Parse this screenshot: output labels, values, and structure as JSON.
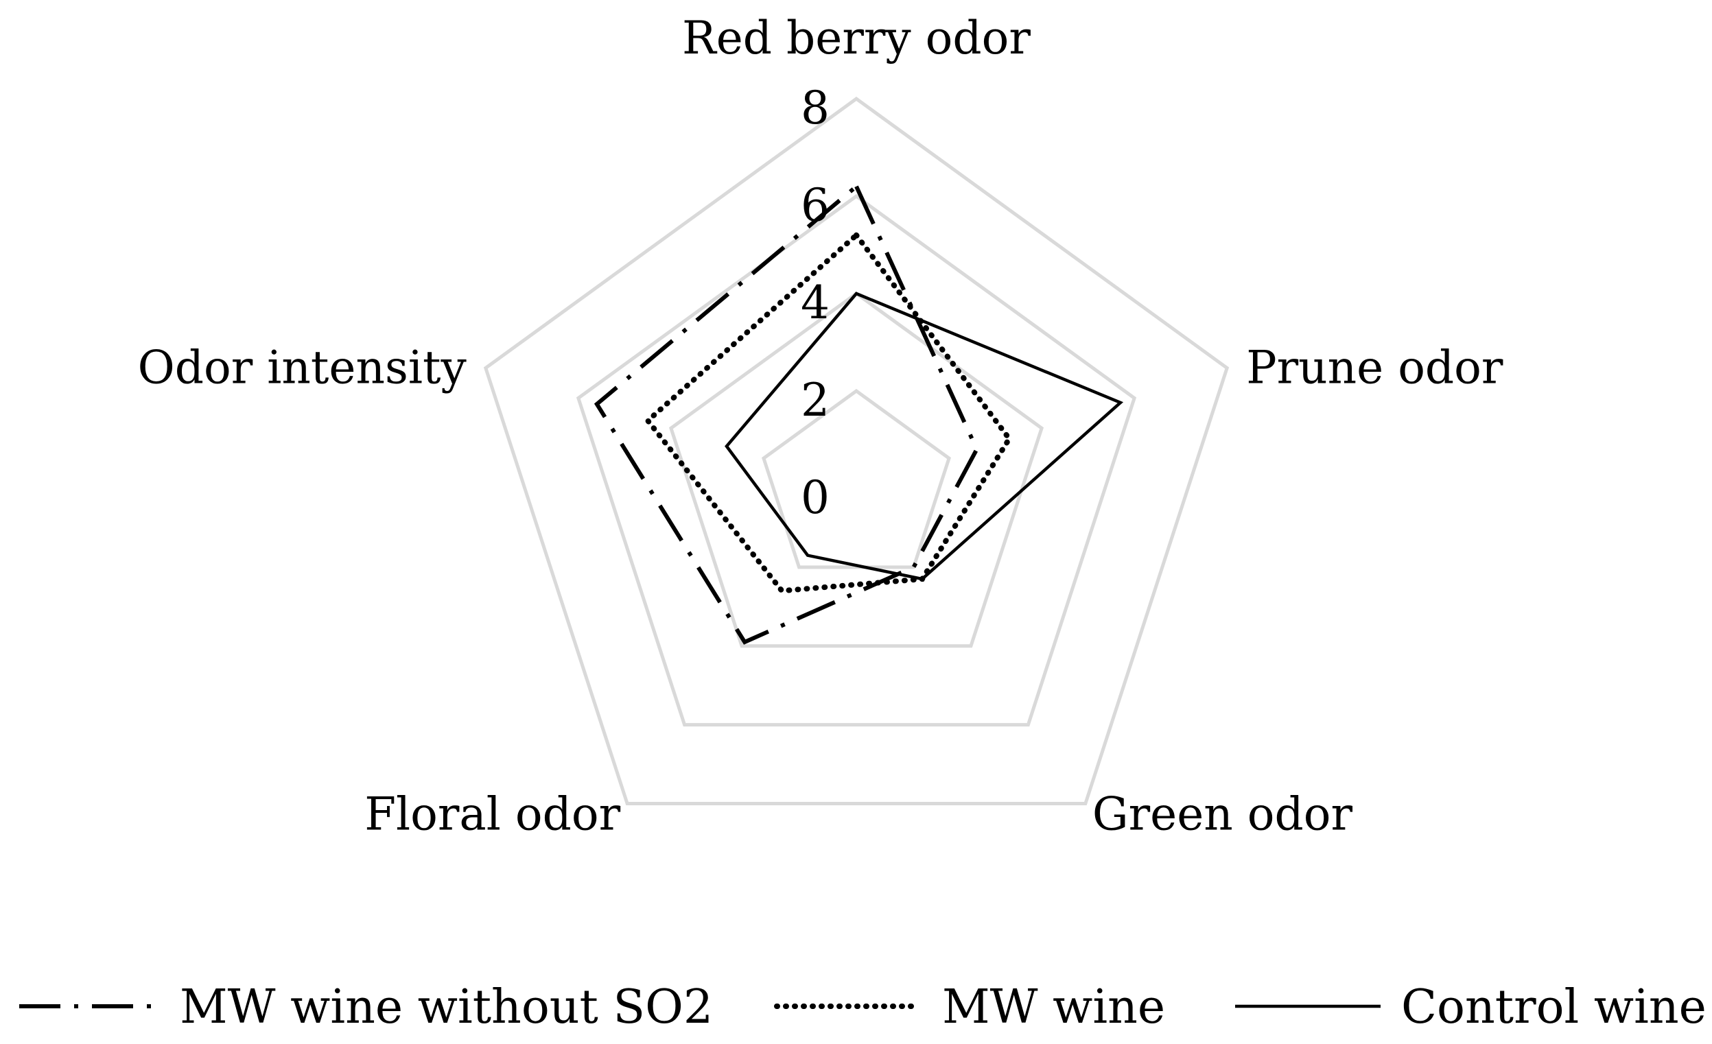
{
  "chart_data": {
    "type": "radar",
    "title": "",
    "axes": [
      "Red berry odor",
      "Prune odor",
      "Green odor",
      "Floral odor",
      "Odor intensity"
    ],
    "rlim": [
      0,
      8
    ],
    "ticks": [
      0,
      2,
      4,
      6,
      8
    ],
    "tick_labels": [
      "0",
      "2",
      "4",
      "6",
      "8"
    ],
    "grid": true,
    "legend_position": "bottom",
    "series": [
      {
        "name": "MW wine without SO2",
        "style": "dash-dot",
        "values": [
          6.2,
          2.6,
          2.0,
          3.9,
          5.6
        ]
      },
      {
        "name": "MW wine",
        "style": "dotted",
        "values": [
          5.2,
          3.3,
          2.3,
          2.6,
          4.5
        ]
      },
      {
        "name": "Control wine",
        "style": "solid",
        "values": [
          4.0,
          5.7,
          2.3,
          1.7,
          2.8
        ]
      }
    ],
    "colors": {
      "grid": "#d9d9d9",
      "series": "#000000"
    }
  }
}
